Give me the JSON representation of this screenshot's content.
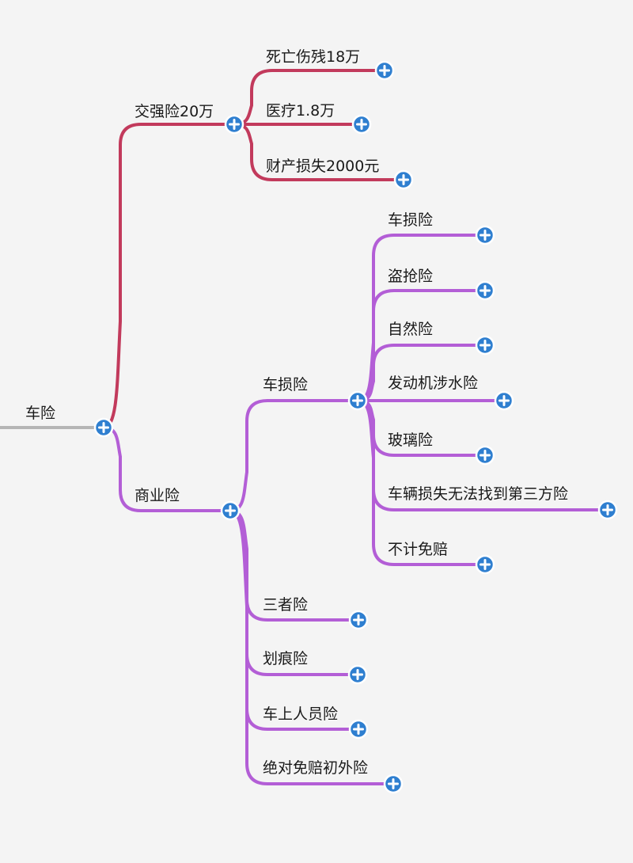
{
  "colors": {
    "root_line": "#b5b5b5",
    "compulsory_branch": "#c23a5c",
    "commercial_branch": "#b35ed6",
    "expander": "#2f7fd0"
  },
  "root": {
    "label": "车险"
  },
  "compulsory": {
    "label": "交强险20万",
    "children": [
      {
        "label": "死亡伤残18万"
      },
      {
        "label": "医疗1.8万"
      },
      {
        "label": "财产损失2000元"
      }
    ]
  },
  "commercial": {
    "label": "商业险",
    "vehicle_damage": {
      "label": "车损险",
      "children": [
        {
          "label": "车损险"
        },
        {
          "label": "盗抢险"
        },
        {
          "label": "自然险"
        },
        {
          "label": "发动机涉水险"
        },
        {
          "label": "玻璃险"
        },
        {
          "label": "车辆损失无法找到第三方险"
        },
        {
          "label": "不计免赔"
        }
      ]
    },
    "others": [
      {
        "label": "三者险"
      },
      {
        "label": "划痕险"
      },
      {
        "label": "车上人员险"
      },
      {
        "label": "绝对免赔初外险"
      }
    ]
  }
}
